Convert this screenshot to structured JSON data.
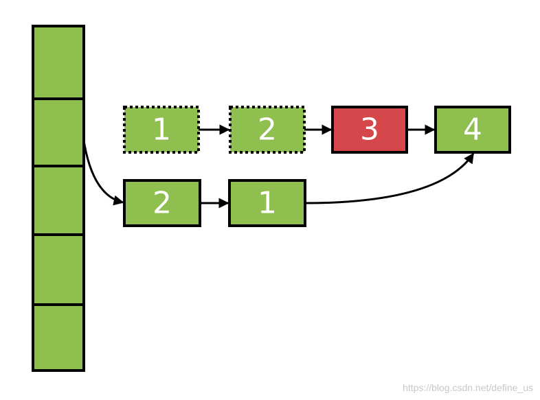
{
  "colors": {
    "node_green": "#8fbf4f",
    "node_red": "#d6474c",
    "stroke": "#000000",
    "label": "#ffffff",
    "watermark": "#c8c8c8"
  },
  "bucket_array": {
    "slot_count": 5
  },
  "chains": {
    "top": {
      "nodes": [
        {
          "label": "1",
          "style": "dashed",
          "color": "green"
        },
        {
          "label": "2",
          "style": "dashed",
          "color": "green"
        },
        {
          "label": "3",
          "style": "solid",
          "color": "red"
        },
        {
          "label": "4",
          "style": "solid",
          "color": "green"
        }
      ]
    },
    "bottom": {
      "nodes": [
        {
          "label": "2",
          "style": "solid",
          "color": "green"
        },
        {
          "label": "1",
          "style": "solid",
          "color": "green"
        }
      ]
    }
  },
  "watermark": "https://blog.csdn.net/define_us"
}
